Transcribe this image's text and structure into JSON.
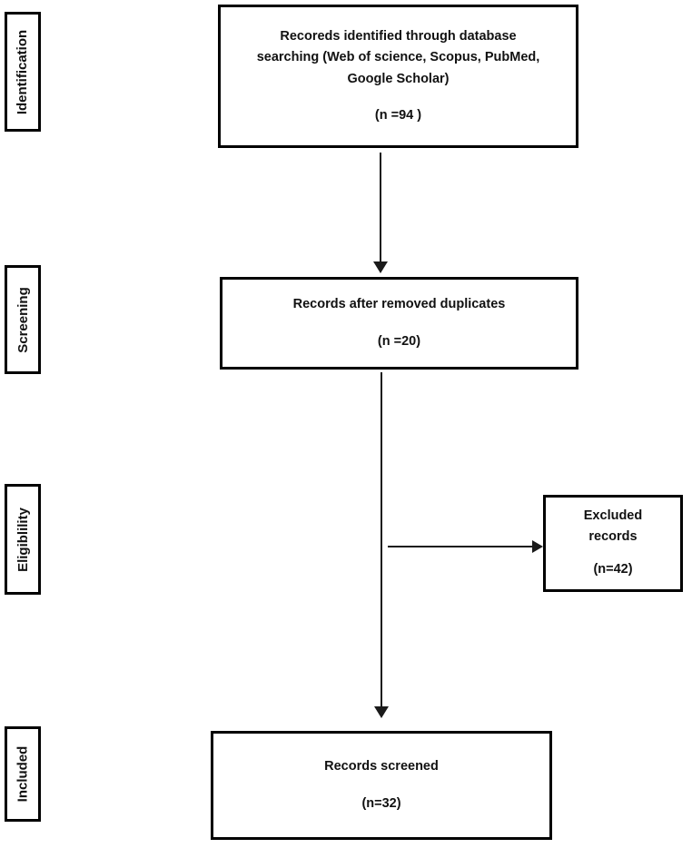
{
  "diagram": {
    "type": "prisma-flow-diagram",
    "title": "PRISMA study selection flow diagram",
    "stroke_color": "#000000",
    "line_color": "#1a1a1a",
    "background_color": "#ffffff",
    "text_color": "#111111"
  },
  "stages": [
    {
      "id": "identification",
      "label": "Identification"
    },
    {
      "id": "screening",
      "label": "Screening"
    },
    {
      "id": "eligibility",
      "label": "Eligiblility"
    },
    {
      "id": "included",
      "label": "Included"
    }
  ],
  "boxes": [
    {
      "id": "records-identified",
      "stage": "identification",
      "text": "Recoreds identified through database searching (Web of science, Scopus, PubMed, Google Scholar)",
      "count_label": "(n =94 )",
      "count_value": 94
    },
    {
      "id": "records-after-duplicates",
      "stage": "screening",
      "text": "Records after removed duplicates",
      "count_label": "(n =20)",
      "count_value": 20
    },
    {
      "id": "excluded-records",
      "stage": "eligibility",
      "text": "Excluded\nrecords",
      "count_label": "(n=42)",
      "count_value": 42
    },
    {
      "id": "records-screened",
      "stage": "included",
      "text": "Records screened",
      "count_label": "(n=32)",
      "count_value": 32
    }
  ],
  "connectors": [
    {
      "id": "identified-to-duplicates",
      "from": "records-identified",
      "to": "records-after-duplicates",
      "direction": "down"
    },
    {
      "id": "duplicates-to-screened",
      "from": "records-after-duplicates",
      "to": "records-screened",
      "direction": "down"
    },
    {
      "id": "branch-to-excluded",
      "from": "records-after-duplicates",
      "to": "excluded-records",
      "direction": "right"
    }
  ]
}
